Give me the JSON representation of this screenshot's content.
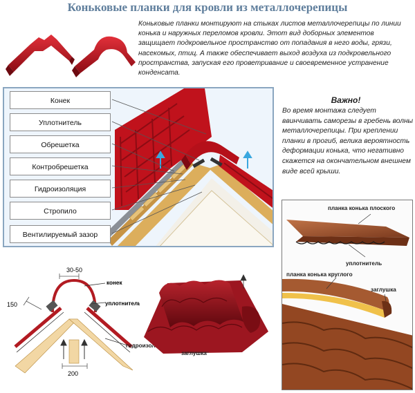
{
  "title": "Коньковые планки для кровли из металлочерепицы",
  "intro": "Коньковые планки монтируют на стыках листов металлочерепицы по линии конька и наружных переломов кровли. Этот вид доборных элементов защищает подкровельное пространство от попадания в него воды, грязи, насекомых, птиц. А также обеспечивает выход воздуха из подкровельного пространства, запуская его проветривание и своевременное устранение конденсата.",
  "important": {
    "title": "Важно!",
    "text": "Во время монтажа следует ввинчивать саморезы в гребень волны металлочерепицы. При креплении планки в прогиб, велика вероятность деформации конька, что негативно скажется на окончательном внешнем виде всей крыши."
  },
  "layers": [
    "Конек",
    "Уплотнитель",
    "Обрешетка",
    "Контробрешетка",
    "Гидроизоляция",
    "Стропило",
    "Вентилируемый зазор"
  ],
  "section_drawing": {
    "dim_top": "30-50",
    "dim_side": "150",
    "dim_bottom": "200",
    "label_ridge": "конек",
    "label_seal": "уплотнитель",
    "label_membrane": "гидроизоляция"
  },
  "ridge_3d": {
    "label_cap": "заглушка"
  },
  "photo": {
    "label_flat": "планка конька плоского",
    "label_seal": "уплотнитель",
    "label_round": "планка конька круглого",
    "label_cap": "заглушка"
  },
  "colors": {
    "title": "#5f7e9c",
    "roof_red": "#c0121c",
    "roof_dark": "#7e0a12",
    "wood": "#e6c27a",
    "frame": "#8aa6c0",
    "brown": "#a3552f"
  }
}
